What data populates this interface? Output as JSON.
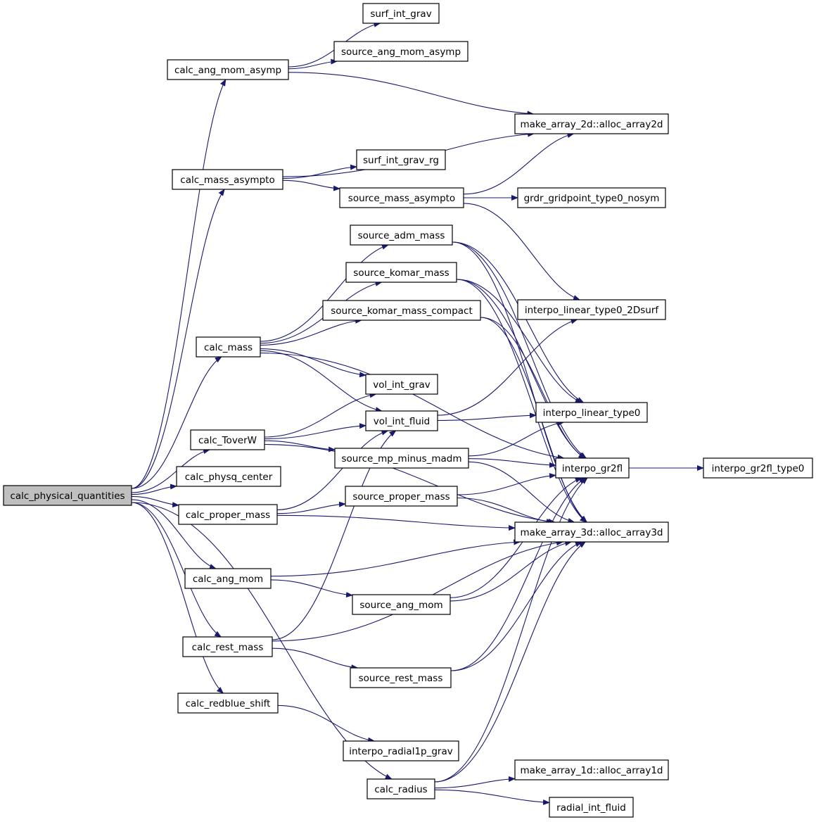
{
  "nodes": [
    {
      "id": "calc_physical_quantities",
      "label": "calc_physical_quantities",
      "root": true
    },
    {
      "id": "surf_int_grav",
      "label": "surf_int_grav"
    },
    {
      "id": "source_ang_mom_asymp",
      "label": "source_ang_mom_asymp"
    },
    {
      "id": "calc_ang_mom_asymp",
      "label": "calc_ang_mom_asymp"
    },
    {
      "id": "make_array_2d",
      "label": "make_array_2d::alloc_array2d"
    },
    {
      "id": "surf_int_grav_rg",
      "label": "surf_int_grav_rg"
    },
    {
      "id": "calc_mass_asympto",
      "label": "calc_mass_asympto"
    },
    {
      "id": "source_mass_asympto",
      "label": "source_mass_asympto"
    },
    {
      "id": "grdr_gridpoint_type0_nosym",
      "label": "grdr_gridpoint_type0_nosym"
    },
    {
      "id": "source_adm_mass",
      "label": "source_adm_mass"
    },
    {
      "id": "source_komar_mass",
      "label": "source_komar_mass"
    },
    {
      "id": "interpo_linear_type0_2Dsurf",
      "label": "interpo_linear_type0_2Dsurf"
    },
    {
      "id": "source_komar_mass_compact",
      "label": "source_komar_mass_compact"
    },
    {
      "id": "calc_mass",
      "label": "calc_mass"
    },
    {
      "id": "vol_int_grav",
      "label": "vol_int_grav"
    },
    {
      "id": "interpo_linear_type0",
      "label": "interpo_linear_type0"
    },
    {
      "id": "vol_int_fluid",
      "label": "vol_int_fluid"
    },
    {
      "id": "calc_ToverW",
      "label": "calc_ToverW"
    },
    {
      "id": "source_mp_minus_madm",
      "label": "source_mp_minus_madm"
    },
    {
      "id": "interpo_gr2fl",
      "label": "interpo_gr2fl"
    },
    {
      "id": "interpo_gr2fl_type0",
      "label": "interpo_gr2fl_type0"
    },
    {
      "id": "calc_physq_center",
      "label": "calc_physq_center"
    },
    {
      "id": "source_proper_mass",
      "label": "source_proper_mass"
    },
    {
      "id": "calc_proper_mass",
      "label": "calc_proper_mass"
    },
    {
      "id": "make_array_3d",
      "label": "make_array_3d::alloc_array3d"
    },
    {
      "id": "calc_ang_mom",
      "label": "calc_ang_mom"
    },
    {
      "id": "source_ang_mom",
      "label": "source_ang_mom"
    },
    {
      "id": "calc_rest_mass",
      "label": "calc_rest_mass"
    },
    {
      "id": "source_rest_mass",
      "label": "source_rest_mass"
    },
    {
      "id": "calc_redblue_shift",
      "label": "calc_redblue_shift"
    },
    {
      "id": "interpo_radial1p_grav",
      "label": "interpo_radial1p_grav"
    },
    {
      "id": "make_array_1d",
      "label": "make_array_1d::alloc_array1d"
    },
    {
      "id": "calc_radius",
      "label": "calc_radius"
    },
    {
      "id": "radial_int_fluid",
      "label": "radial_int_fluid"
    }
  ],
  "edges": [
    [
      "calc_physical_quantities",
      "calc_ang_mom_asymp"
    ],
    [
      "calc_physical_quantities",
      "calc_mass_asympto"
    ],
    [
      "calc_physical_quantities",
      "calc_mass"
    ],
    [
      "calc_physical_quantities",
      "calc_ToverW"
    ],
    [
      "calc_physical_quantities",
      "calc_physq_center"
    ],
    [
      "calc_physical_quantities",
      "calc_proper_mass"
    ],
    [
      "calc_physical_quantities",
      "calc_ang_mom"
    ],
    [
      "calc_physical_quantities",
      "calc_rest_mass"
    ],
    [
      "calc_physical_quantities",
      "calc_redblue_shift"
    ],
    [
      "calc_physical_quantities",
      "calc_radius"
    ],
    [
      "calc_ang_mom_asymp",
      "surf_int_grav"
    ],
    [
      "calc_ang_mom_asymp",
      "source_ang_mom_asymp"
    ],
    [
      "calc_ang_mom_asymp",
      "make_array_2d"
    ],
    [
      "calc_mass_asympto",
      "make_array_2d"
    ],
    [
      "calc_mass_asympto",
      "surf_int_grav_rg"
    ],
    [
      "calc_mass_asympto",
      "source_mass_asympto"
    ],
    [
      "source_mass_asympto",
      "make_array_2d"
    ],
    [
      "source_mass_asympto",
      "grdr_gridpoint_type0_nosym"
    ],
    [
      "source_mass_asympto",
      "interpo_linear_type0_2Dsurf"
    ],
    [
      "calc_mass",
      "source_adm_mass"
    ],
    [
      "calc_mass",
      "source_komar_mass"
    ],
    [
      "calc_mass",
      "source_komar_mass_compact"
    ],
    [
      "calc_mass",
      "vol_int_grav"
    ],
    [
      "calc_mass",
      "vol_int_fluid"
    ],
    [
      "calc_mass",
      "interpo_gr2fl"
    ],
    [
      "source_adm_mass",
      "interpo_linear_type0"
    ],
    [
      "source_adm_mass",
      "interpo_gr2fl"
    ],
    [
      "source_adm_mass",
      "make_array_3d"
    ],
    [
      "source_komar_mass",
      "interpo_linear_type0"
    ],
    [
      "source_komar_mass",
      "interpo_gr2fl"
    ],
    [
      "source_komar_mass",
      "make_array_3d"
    ],
    [
      "source_komar_mass_compact",
      "interpo_gr2fl"
    ],
    [
      "source_komar_mass_compact",
      "make_array_3d"
    ],
    [
      "vol_int_fluid",
      "interpo_linear_type0_2Dsurf"
    ],
    [
      "vol_int_fluid",
      "interpo_linear_type0"
    ],
    [
      "calc_ToverW",
      "vol_int_grav"
    ],
    [
      "calc_ToverW",
      "vol_int_fluid"
    ],
    [
      "calc_ToverW",
      "source_mp_minus_madm"
    ],
    [
      "calc_ToverW",
      "make_array_3d"
    ],
    [
      "source_mp_minus_madm",
      "interpo_linear_type0"
    ],
    [
      "source_mp_minus_madm",
      "interpo_gr2fl"
    ],
    [
      "source_mp_minus_madm",
      "make_array_3d"
    ],
    [
      "interpo_gr2fl",
      "interpo_gr2fl_type0"
    ],
    [
      "calc_proper_mass",
      "vol_int_fluid"
    ],
    [
      "calc_proper_mass",
      "source_proper_mass"
    ],
    [
      "calc_proper_mass",
      "make_array_3d"
    ],
    [
      "source_proper_mass",
      "interpo_gr2fl"
    ],
    [
      "source_proper_mass",
      "make_array_3d"
    ],
    [
      "calc_ang_mom",
      "source_ang_mom"
    ],
    [
      "calc_ang_mom",
      "make_array_3d"
    ],
    [
      "source_ang_mom",
      "interpo_gr2fl"
    ],
    [
      "source_ang_mom",
      "make_array_3d"
    ],
    [
      "calc_rest_mass",
      "vol_int_fluid"
    ],
    [
      "calc_rest_mass",
      "source_rest_mass"
    ],
    [
      "calc_rest_mass",
      "make_array_3d"
    ],
    [
      "source_rest_mass",
      "interpo_gr2fl"
    ],
    [
      "source_rest_mass",
      "make_array_3d"
    ],
    [
      "calc_redblue_shift",
      "interpo_radial1p_grav"
    ],
    [
      "calc_radius",
      "make_array_1d"
    ],
    [
      "calc_radius",
      "radial_int_fluid"
    ],
    [
      "calc_radius",
      "interpo_gr2fl"
    ],
    [
      "calc_radius",
      "make_array_3d"
    ]
  ]
}
